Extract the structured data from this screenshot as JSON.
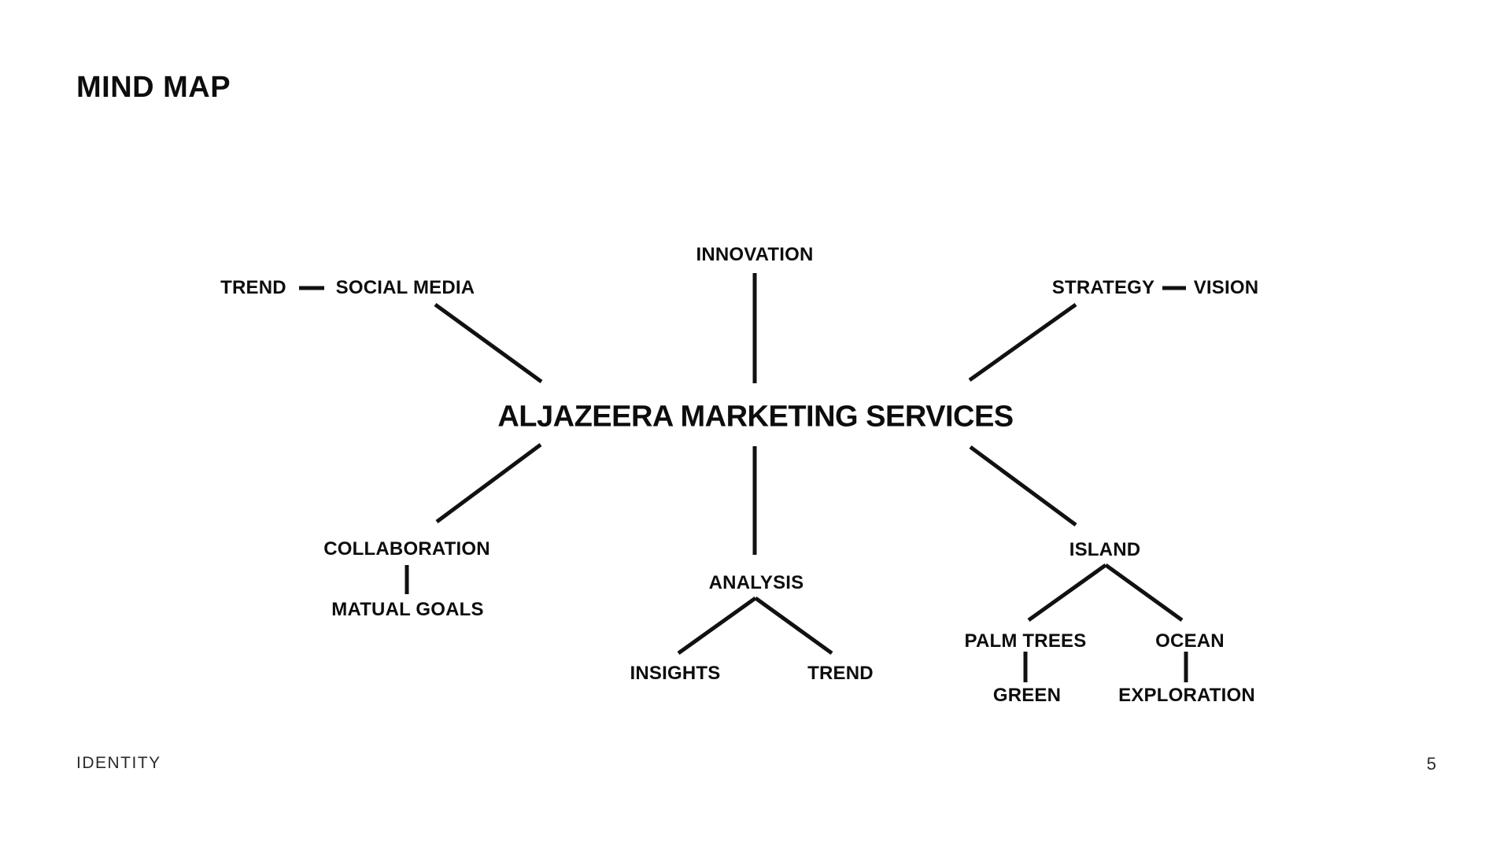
{
  "page": {
    "title": "MIND MAP",
    "footer_left": "IDENTITY",
    "page_number": "5",
    "background_color": "#ffffff",
    "ink_color": "#111111"
  },
  "mindmap": {
    "center": "ALJAZEERA MARKETING SERVICES",
    "nodes": {
      "trend_top": "TREND",
      "social_media": "SOCIAL MEDIA",
      "innovation": "INNOVATION",
      "strategy": "STRATEGY",
      "vision": "VISION",
      "collaboration": "COLLABORATION",
      "matual_goals": "MATUAL GOALS",
      "analysis": "ANALYSIS",
      "insights": "INSIGHTS",
      "trend_bottom": "TREND",
      "island": "ISLAND",
      "palm_trees": "PALM TREES",
      "ocean": "OCEAN",
      "green": "GREEN",
      "exploration": "EXPLORATION"
    },
    "edges": [
      {
        "from": "center",
        "to": "innovation"
      },
      {
        "from": "center",
        "to": "social_media"
      },
      {
        "from": "social_media",
        "to": "trend_top",
        "style": "dash"
      },
      {
        "from": "center",
        "to": "strategy"
      },
      {
        "from": "strategy",
        "to": "vision",
        "style": "dash"
      },
      {
        "from": "center",
        "to": "collaboration"
      },
      {
        "from": "collaboration",
        "to": "matual_goals"
      },
      {
        "from": "center",
        "to": "analysis"
      },
      {
        "from": "analysis",
        "to": "insights"
      },
      {
        "from": "analysis",
        "to": "trend_bottom"
      },
      {
        "from": "center",
        "to": "island"
      },
      {
        "from": "island",
        "to": "palm_trees"
      },
      {
        "from": "palm_trees",
        "to": "green"
      },
      {
        "from": "island",
        "to": "ocean"
      },
      {
        "from": "ocean",
        "to": "exploration"
      }
    ]
  }
}
